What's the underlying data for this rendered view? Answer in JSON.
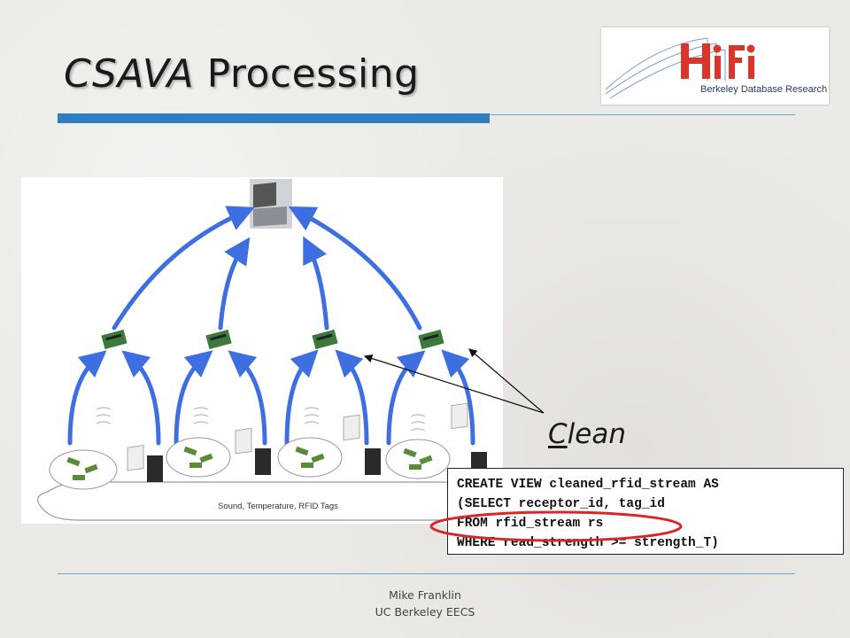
{
  "slide": {
    "title_italic": "CSAVA",
    "title_rest": "Processing",
    "callout": "Clean",
    "callout_underlined": "C",
    "callout_rest": "lean"
  },
  "logo": {
    "mark": "Hifi",
    "caption": "Berkeley  Database Research"
  },
  "diagram": {
    "cloud_label": "Sound, Temperature, RFID Tags"
  },
  "code": {
    "lines": [
      "CREATE VIEW cleaned_rfid_stream AS",
      "(SELECT receptor_id, tag_id",
      "FROM rfid_stream rs",
      "WHERE read_strength >= strength_T)"
    ]
  },
  "footer": {
    "author": "Mike Franklin",
    "affiliation": "UC Berkeley EECS"
  },
  "colors": {
    "accent_blue": "#2e7fc0",
    "arrow_blue": "#3d6fe0",
    "highlight_red": "#d9262b"
  }
}
